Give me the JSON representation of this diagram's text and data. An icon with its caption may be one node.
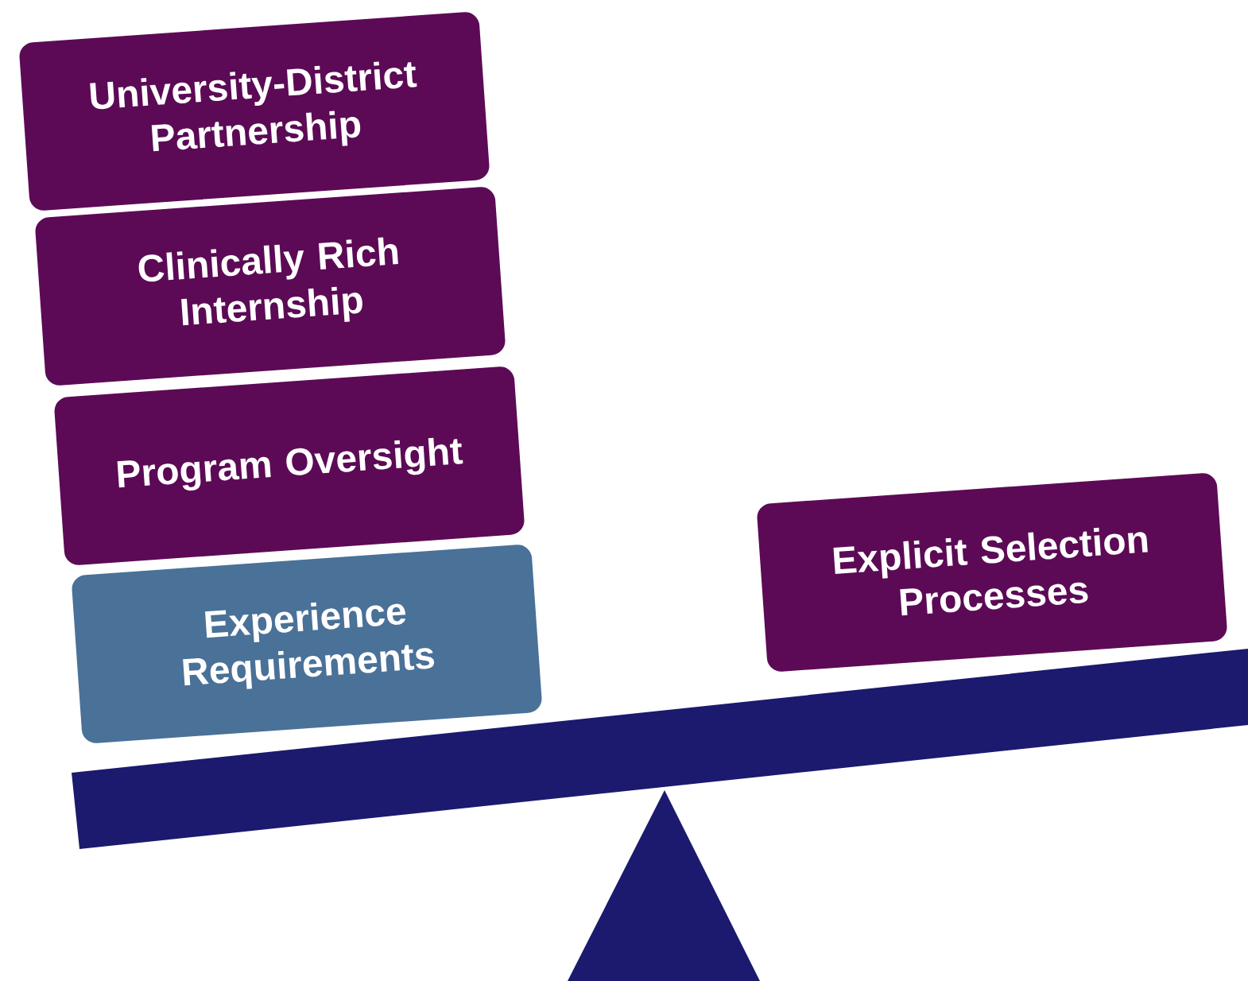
{
  "diagram": {
    "nodes": [
      {
        "text": [
          "University-District Partnership"
        ]
      },
      {
        "text": [
          "Clinically Rich Internship"
        ]
      },
      {
        "text": [
          "Program Oversight"
        ]
      },
      {
        "text": [
          "Experience Requirements"
        ]
      },
      {
        "text": [
          "Explicit Selection Processes"
        ]
      }
    ]
  }
}
